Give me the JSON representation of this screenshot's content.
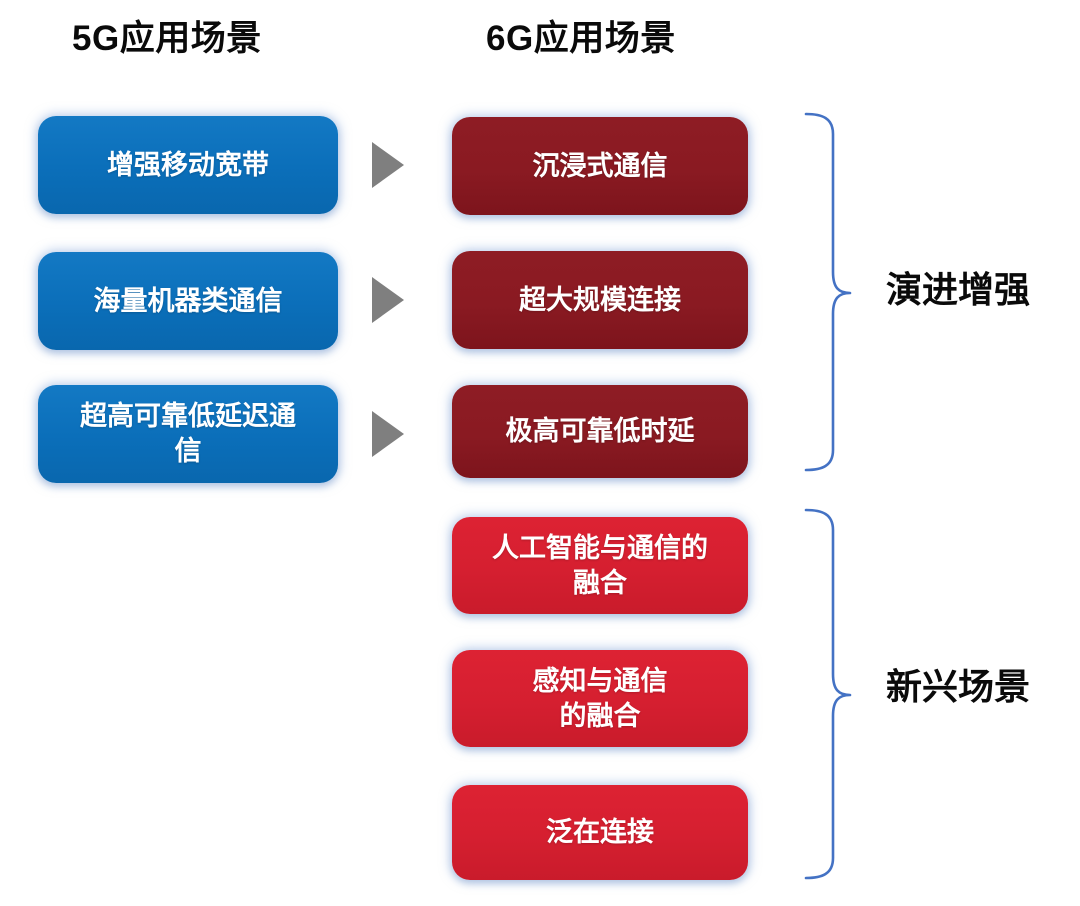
{
  "headings": {
    "left": "5G应用场景",
    "right": "6G应用场景"
  },
  "columns": {
    "fiveg": {
      "name": "5G应用场景",
      "color": "#0b6fba",
      "items": [
        {
          "label": "增强移动宽带"
        },
        {
          "label": "海量机器类通信"
        },
        {
          "label": "超高可靠低延迟通\n信"
        }
      ]
    },
    "sixg": {
      "name": "6G应用场景",
      "evolved_color": "#8a1a22",
      "emerging_color": "#d51f30",
      "items": [
        {
          "label": "沉浸式通信",
          "group": "演进增强",
          "tone": "darkred"
        },
        {
          "label": "超大规模连接",
          "group": "演进增强",
          "tone": "darkred"
        },
        {
          "label": "极高可靠低时延",
          "group": "演进增强",
          "tone": "darkred"
        },
        {
          "label": "人工智能与通信的\n融合",
          "group": "新兴场景",
          "tone": "red"
        },
        {
          "label": "感知与通信\n的融合",
          "group": "新兴场景",
          "tone": "red"
        },
        {
          "label": "泛在连接",
          "group": "新兴场景",
          "tone": "red"
        }
      ]
    }
  },
  "arrows": {
    "icon": "triangle-right-icon",
    "color": "#7f7f7f",
    "count": 3
  },
  "groups": [
    {
      "label": "演进增强",
      "brace_color": "#4472c4"
    },
    {
      "label": "新兴场景",
      "brace_color": "#4472c4"
    }
  ]
}
